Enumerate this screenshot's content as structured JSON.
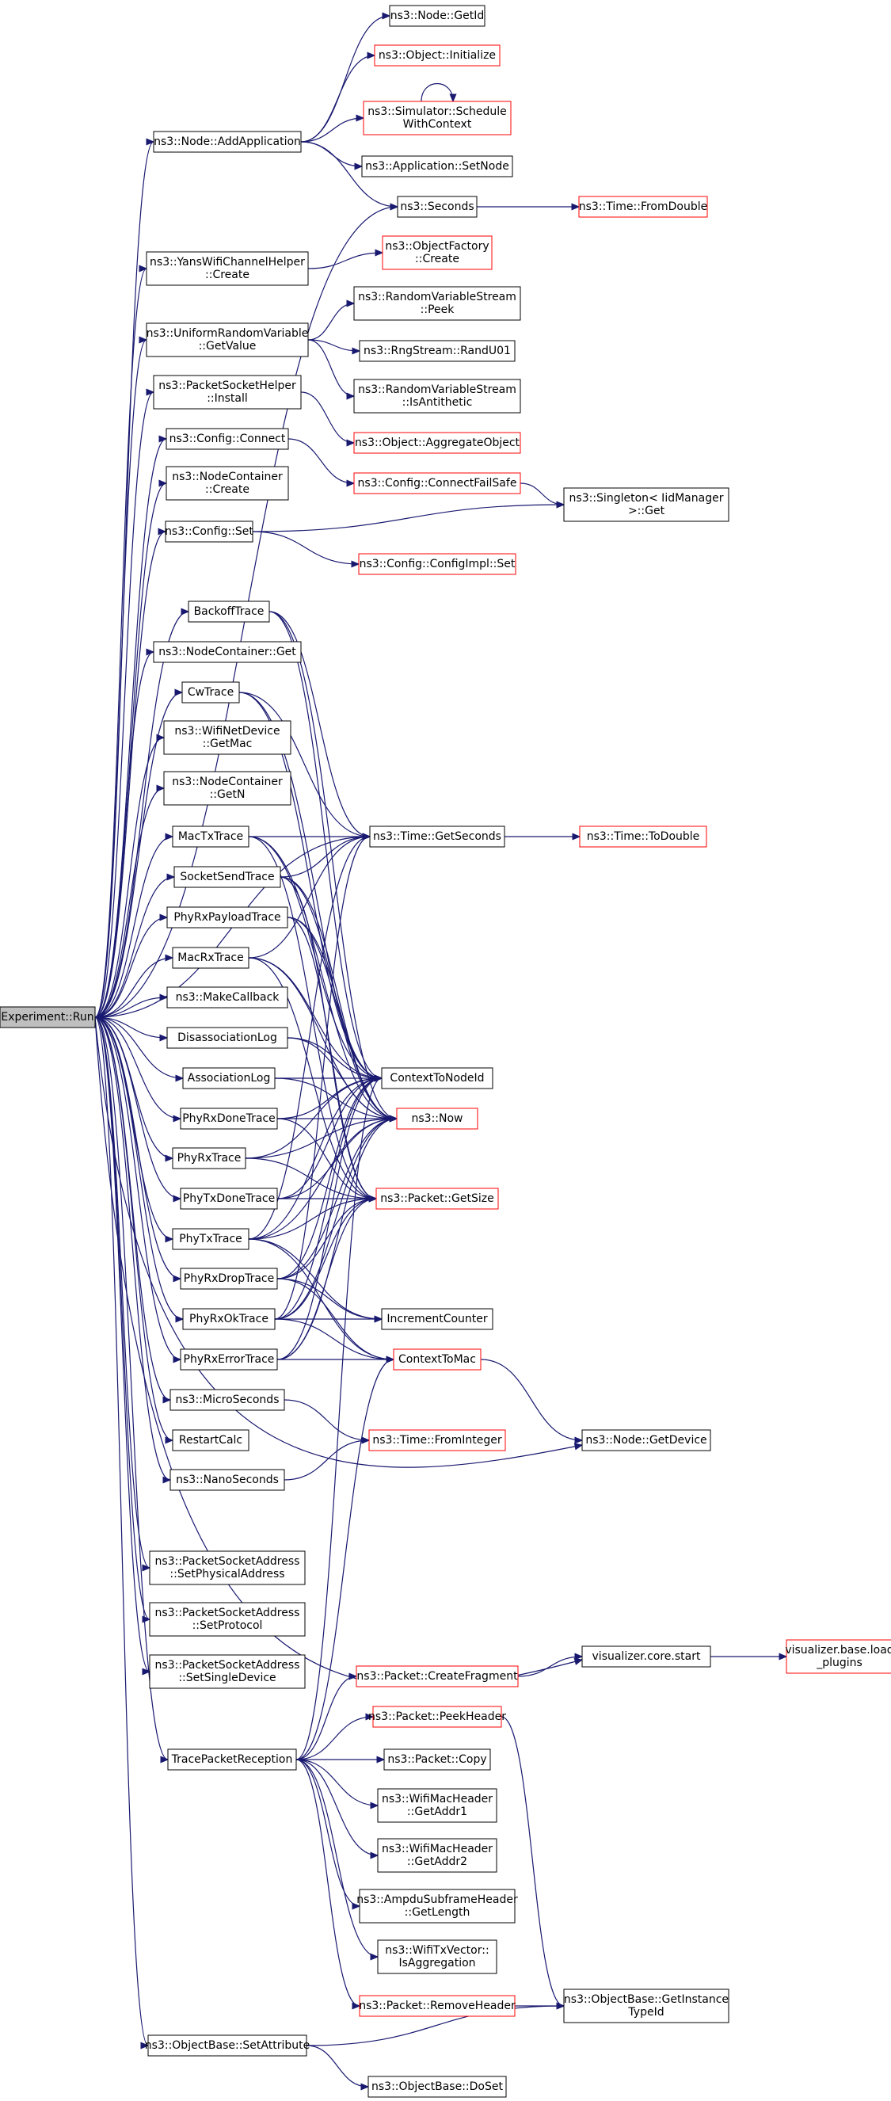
{
  "diagram": {
    "root": "Experiment::Run",
    "nodes": [
      {
        "id": "run",
        "lines": [
          "Experiment::Run"
        ],
        "kind": "root"
      },
      {
        "id": "addapp",
        "lines": [
          "ns3::Node::AddApplication"
        ]
      },
      {
        "id": "yans",
        "lines": [
          "ns3::YansWifiChannelHelper",
          "::Create"
        ]
      },
      {
        "id": "urv",
        "lines": [
          "ns3::UniformRandomVariable",
          "::GetValue"
        ]
      },
      {
        "id": "psh",
        "lines": [
          "ns3::PacketSocketHelper",
          "::Install"
        ]
      },
      {
        "id": "cfgconnect",
        "lines": [
          "ns3::Config::Connect"
        ]
      },
      {
        "id": "nccreate",
        "lines": [
          "ns3::NodeContainer",
          "::Create"
        ]
      },
      {
        "id": "cfgset",
        "lines": [
          "ns3::Config::Set"
        ]
      },
      {
        "id": "backoff",
        "lines": [
          "BackoffTrace"
        ]
      },
      {
        "id": "ncget",
        "lines": [
          "ns3::NodeContainer::Get"
        ]
      },
      {
        "id": "cw",
        "lines": [
          "CwTrace"
        ]
      },
      {
        "id": "wnd",
        "lines": [
          "ns3::WifiNetDevice",
          "::GetMac"
        ]
      },
      {
        "id": "ncgetn",
        "lines": [
          "ns3::NodeContainer",
          "::GetN"
        ]
      },
      {
        "id": "mactx",
        "lines": [
          "MacTxTrace"
        ]
      },
      {
        "id": "socksend",
        "lines": [
          "SocketSendTrace"
        ]
      },
      {
        "id": "phyrxpay",
        "lines": [
          "PhyRxPayloadTrace"
        ]
      },
      {
        "id": "macrx",
        "lines": [
          "MacRxTrace"
        ]
      },
      {
        "id": "makecb",
        "lines": [
          "ns3::MakeCallback"
        ]
      },
      {
        "id": "disassoc",
        "lines": [
          "DisassociationLog"
        ]
      },
      {
        "id": "assoc",
        "lines": [
          "AssociationLog"
        ]
      },
      {
        "id": "phyrxdone",
        "lines": [
          "PhyRxDoneTrace"
        ]
      },
      {
        "id": "phyrx",
        "lines": [
          "PhyRxTrace"
        ]
      },
      {
        "id": "phytxdone",
        "lines": [
          "PhyTxDoneTrace"
        ]
      },
      {
        "id": "phytx",
        "lines": [
          "PhyTxTrace"
        ]
      },
      {
        "id": "phyrxdrop",
        "lines": [
          "PhyRxDropTrace"
        ]
      },
      {
        "id": "phyrxok",
        "lines": [
          "PhyRxOkTrace"
        ]
      },
      {
        "id": "phyrxerr",
        "lines": [
          "PhyRxErrorTrace"
        ]
      },
      {
        "id": "micro",
        "lines": [
          "ns3::MicroSeconds"
        ]
      },
      {
        "id": "restart",
        "lines": [
          "RestartCalc"
        ]
      },
      {
        "id": "nano",
        "lines": [
          "ns3::NanoSeconds"
        ]
      },
      {
        "id": "psaphys",
        "lines": [
          "ns3::PacketSocketAddress",
          "::SetPhysicalAddress"
        ]
      },
      {
        "id": "psaproto",
        "lines": [
          "ns3::PacketSocketAddress",
          "::SetProtocol"
        ]
      },
      {
        "id": "psasingle",
        "lines": [
          "ns3::PacketSocketAddress",
          "::SetSingleDevice"
        ]
      },
      {
        "id": "tpr",
        "lines": [
          "TracePacketReception"
        ]
      },
      {
        "id": "obset",
        "lines": [
          "ns3::ObjectBase::SetAttribute"
        ]
      },
      {
        "id": "nodegetid",
        "lines": [
          "ns3::Node::GetId"
        ]
      },
      {
        "id": "objinit",
        "lines": [
          "ns3::Object::Initialize"
        ],
        "truncated": true
      },
      {
        "id": "simsched",
        "lines": [
          "ns3::Simulator::Schedule",
          "WithContext"
        ],
        "truncated": true
      },
      {
        "id": "appsetnode",
        "lines": [
          "ns3::Application::SetNode"
        ]
      },
      {
        "id": "seconds",
        "lines": [
          "ns3::Seconds"
        ]
      },
      {
        "id": "timefromdouble",
        "lines": [
          "ns3::Time::FromDouble"
        ],
        "truncated": true
      },
      {
        "id": "objfactory",
        "lines": [
          "ns3::ObjectFactory",
          "::Create"
        ],
        "truncated": true
      },
      {
        "id": "rvspeek",
        "lines": [
          "ns3::RandomVariableStream",
          "::Peek"
        ]
      },
      {
        "id": "rngrand",
        "lines": [
          "ns3::RngStream::RandU01"
        ]
      },
      {
        "id": "rvsanti",
        "lines": [
          "ns3::RandomVariableStream",
          "::IsAntithetic"
        ]
      },
      {
        "id": "aggobj",
        "lines": [
          "ns3::Object::AggregateObject"
        ],
        "truncated": true
      },
      {
        "id": "cfgfailsafe",
        "lines": [
          "ns3::Config::ConnectFailSafe"
        ],
        "truncated": true
      },
      {
        "id": "singleton",
        "lines": [
          "ns3::Singleton< IidManager",
          ">::Get"
        ]
      },
      {
        "id": "cfgimplset",
        "lines": [
          "ns3::Config::ConfigImpl::Set"
        ],
        "truncated": true
      },
      {
        "id": "getseconds",
        "lines": [
          "ns3::Time::GetSeconds"
        ]
      },
      {
        "id": "todouble",
        "lines": [
          "ns3::Time::ToDouble"
        ],
        "truncated": true
      },
      {
        "id": "ctxnode",
        "lines": [
          "ContextToNodeId"
        ]
      },
      {
        "id": "now",
        "lines": [
          "ns3::Now"
        ],
        "truncated": true
      },
      {
        "id": "getsize",
        "lines": [
          "ns3::Packet::GetSize"
        ],
        "truncated": true
      },
      {
        "id": "inccounter",
        "lines": [
          "IncrementCounter"
        ]
      },
      {
        "id": "ctxmac",
        "lines": [
          "ContextToMac"
        ],
        "truncated": true
      },
      {
        "id": "fromint",
        "lines": [
          "ns3::Time::FromInteger"
        ],
        "truncated": true
      },
      {
        "id": "getdevice",
        "lines": [
          "ns3::Node::GetDevice"
        ]
      },
      {
        "id": "vizstart",
        "lines": [
          "visualizer.core.start"
        ]
      },
      {
        "id": "vizload",
        "lines": [
          "visualizer.base.load",
          "_plugins"
        ],
        "truncated": true
      },
      {
        "id": "createfrag",
        "lines": [
          "ns3::Packet::CreateFragment"
        ],
        "truncated": true
      },
      {
        "id": "peekhdr",
        "lines": [
          "ns3::Packet::PeekHeader"
        ],
        "truncated": true
      },
      {
        "id": "pktcopy",
        "lines": [
          "ns3::Packet::Copy"
        ]
      },
      {
        "id": "addr1",
        "lines": [
          "ns3::WifiMacHeader",
          "::GetAddr1"
        ]
      },
      {
        "id": "addr2",
        "lines": [
          "ns3::WifiMacHeader",
          "::GetAddr2"
        ]
      },
      {
        "id": "ampdu",
        "lines": [
          "ns3::AmpduSubframeHeader",
          "::GetLength"
        ]
      },
      {
        "id": "txvec",
        "lines": [
          "ns3::WifiTxVector::",
          "IsAggregation"
        ]
      },
      {
        "id": "rmhdr",
        "lines": [
          "ns3::Packet::RemoveHeader"
        ],
        "truncated": true
      },
      {
        "id": "getinst",
        "lines": [
          "ns3::ObjectBase::GetInstance",
          "TypeId"
        ]
      },
      {
        "id": "doset",
        "lines": [
          "ns3::ObjectBase::DoSet"
        ]
      }
    ],
    "edges": [
      [
        "run",
        "addapp"
      ],
      [
        "run",
        "seconds"
      ],
      [
        "run",
        "yans"
      ],
      [
        "run",
        "urv"
      ],
      [
        "run",
        "psh"
      ],
      [
        "run",
        "cfgconnect"
      ],
      [
        "run",
        "nccreate"
      ],
      [
        "run",
        "cfgset"
      ],
      [
        "run",
        "getseconds"
      ],
      [
        "run",
        "backoff"
      ],
      [
        "run",
        "ncget"
      ],
      [
        "run",
        "cw"
      ],
      [
        "run",
        "wnd"
      ],
      [
        "run",
        "ncgetn"
      ],
      [
        "run",
        "mactx"
      ],
      [
        "run",
        "socksend"
      ],
      [
        "run",
        "phyrxpay"
      ],
      [
        "run",
        "macrx"
      ],
      [
        "run",
        "makecb"
      ],
      [
        "run",
        "disassoc"
      ],
      [
        "run",
        "assoc"
      ],
      [
        "run",
        "phyrxdone"
      ],
      [
        "run",
        "phyrx"
      ],
      [
        "run",
        "phytxdone"
      ],
      [
        "run",
        "phytx"
      ],
      [
        "run",
        "phyrxdrop"
      ],
      [
        "run",
        "phyrxok"
      ],
      [
        "run",
        "phyrxerr"
      ],
      [
        "run",
        "micro"
      ],
      [
        "run",
        "restart"
      ],
      [
        "run",
        "nano"
      ],
      [
        "run",
        "getdevice"
      ],
      [
        "run",
        "psaphys"
      ],
      [
        "run",
        "psaproto"
      ],
      [
        "run",
        "psasingle"
      ],
      [
        "run",
        "vizstart"
      ],
      [
        "run",
        "tpr"
      ],
      [
        "run",
        "obset"
      ],
      [
        "addapp",
        "nodegetid"
      ],
      [
        "addapp",
        "objinit"
      ],
      [
        "addapp",
        "simsched"
      ],
      [
        "addapp",
        "appsetnode"
      ],
      [
        "addapp",
        "seconds"
      ],
      [
        "simsched",
        "simsched"
      ],
      [
        "seconds",
        "timefromdouble"
      ],
      [
        "yans",
        "objfactory"
      ],
      [
        "urv",
        "rvspeek"
      ],
      [
        "urv",
        "rngrand"
      ],
      [
        "urv",
        "rvsanti"
      ],
      [
        "psh",
        "aggobj"
      ],
      [
        "cfgconnect",
        "cfgfailsafe"
      ],
      [
        "cfgfailsafe",
        "singleton"
      ],
      [
        "cfgset",
        "singleton"
      ],
      [
        "cfgset",
        "cfgimplset"
      ],
      [
        "backoff",
        "getseconds"
      ],
      [
        "backoff",
        "ctxnode"
      ],
      [
        "backoff",
        "now"
      ],
      [
        "cw",
        "getseconds"
      ],
      [
        "cw",
        "ctxnode"
      ],
      [
        "cw",
        "now"
      ],
      [
        "mactx",
        "getseconds"
      ],
      [
        "mactx",
        "ctxnode"
      ],
      [
        "mactx",
        "now"
      ],
      [
        "mactx",
        "getsize"
      ],
      [
        "socksend",
        "getseconds"
      ],
      [
        "socksend",
        "ctxnode"
      ],
      [
        "socksend",
        "now"
      ],
      [
        "socksend",
        "getsize"
      ],
      [
        "phyrxpay",
        "ctxnode"
      ],
      [
        "phyrxpay",
        "now"
      ],
      [
        "phyrxpay",
        "getsize"
      ],
      [
        "macrx",
        "getseconds"
      ],
      [
        "macrx",
        "ctxnode"
      ],
      [
        "macrx",
        "now"
      ],
      [
        "macrx",
        "getsize"
      ],
      [
        "disassoc",
        "ctxnode"
      ],
      [
        "disassoc",
        "now"
      ],
      [
        "assoc",
        "ctxnode"
      ],
      [
        "assoc",
        "now"
      ],
      [
        "phyrxdone",
        "ctxnode"
      ],
      [
        "phyrxdone",
        "now"
      ],
      [
        "phyrxdone",
        "getsize"
      ],
      [
        "phyrx",
        "ctxnode"
      ],
      [
        "phyrx",
        "now"
      ],
      [
        "phyrx",
        "getsize"
      ],
      [
        "phytxdone",
        "ctxnode"
      ],
      [
        "phytxdone",
        "now"
      ],
      [
        "phytxdone",
        "getsize"
      ],
      [
        "phytx",
        "getseconds"
      ],
      [
        "phytx",
        "ctxnode"
      ],
      [
        "phytx",
        "now"
      ],
      [
        "phytx",
        "getsize"
      ],
      [
        "phytx",
        "inccounter"
      ],
      [
        "phytx",
        "ctxmac"
      ],
      [
        "phyrxdrop",
        "ctxnode"
      ],
      [
        "phyrxdrop",
        "now"
      ],
      [
        "phyrxdrop",
        "getsize"
      ],
      [
        "phyrxdrop",
        "inccounter"
      ],
      [
        "phyrxdrop",
        "ctxmac"
      ],
      [
        "phyrxok",
        "getseconds"
      ],
      [
        "phyrxok",
        "ctxnode"
      ],
      [
        "phyrxok",
        "now"
      ],
      [
        "phyrxok",
        "getsize"
      ],
      [
        "phyrxok",
        "inccounter"
      ],
      [
        "phyrxok",
        "ctxmac"
      ],
      [
        "phyrxerr",
        "ctxnode"
      ],
      [
        "phyrxerr",
        "now"
      ],
      [
        "phyrxerr",
        "getsize"
      ],
      [
        "phyrxerr",
        "ctxmac"
      ],
      [
        "getseconds",
        "todouble"
      ],
      [
        "ctxmac",
        "getdevice"
      ],
      [
        "micro",
        "fromint"
      ],
      [
        "nano",
        "fromint"
      ],
      [
        "vizstart",
        "vizload"
      ],
      [
        "createfrag",
        "vizstart"
      ],
      [
        "tpr",
        "ctxnode"
      ],
      [
        "tpr",
        "ctxmac"
      ],
      [
        "tpr",
        "createfrag"
      ],
      [
        "tpr",
        "peekhdr"
      ],
      [
        "tpr",
        "pktcopy"
      ],
      [
        "tpr",
        "addr1"
      ],
      [
        "tpr",
        "addr2"
      ],
      [
        "tpr",
        "ampdu"
      ],
      [
        "tpr",
        "txvec"
      ],
      [
        "tpr",
        "rmhdr"
      ],
      [
        "peekhdr",
        "getinst"
      ],
      [
        "rmhdr",
        "getinst"
      ],
      [
        "obset",
        "getinst"
      ],
      [
        "obset",
        "doset"
      ]
    ]
  }
}
